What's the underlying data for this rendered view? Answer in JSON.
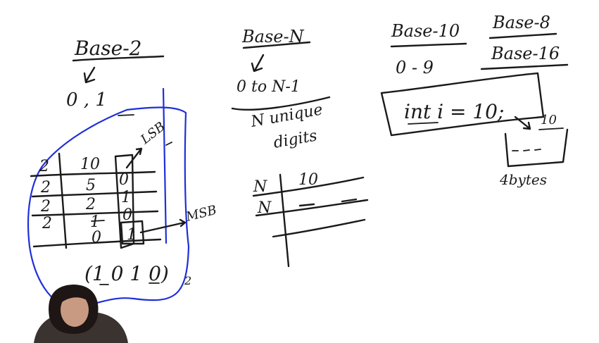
{
  "colors": {
    "ink": "#1a1a1a",
    "highlight_circle": "#1f2fd8",
    "background": "#ffffff"
  },
  "base2": {
    "title": "Base-2",
    "digits": "0 , 1",
    "table": {
      "divisors": [
        "2",
        "2",
        "2",
        "2"
      ],
      "quotients": [
        "10",
        "5",
        "2",
        "1",
        "0"
      ],
      "remainders": [
        "0",
        "1",
        "0",
        "1"
      ]
    },
    "lsb": "LSB",
    "msb": "MSB",
    "result": "(1 0 1 0)",
    "result_base": "2"
  },
  "baseN": {
    "title": "Base-N",
    "range": "0 to N-1",
    "note_line1": "N unique",
    "note_line2": "digits",
    "table": {
      "row1_left": "N",
      "row1_right": "10",
      "row2_left": "N"
    }
  },
  "base10": {
    "title": "Base-10",
    "range": "0 - 9"
  },
  "base8": {
    "title": "Base-8"
  },
  "base16": {
    "title": "Base-16"
  },
  "code": {
    "statement": "int i = 10;",
    "box_value": "10",
    "box_caption": "4bytes"
  }
}
